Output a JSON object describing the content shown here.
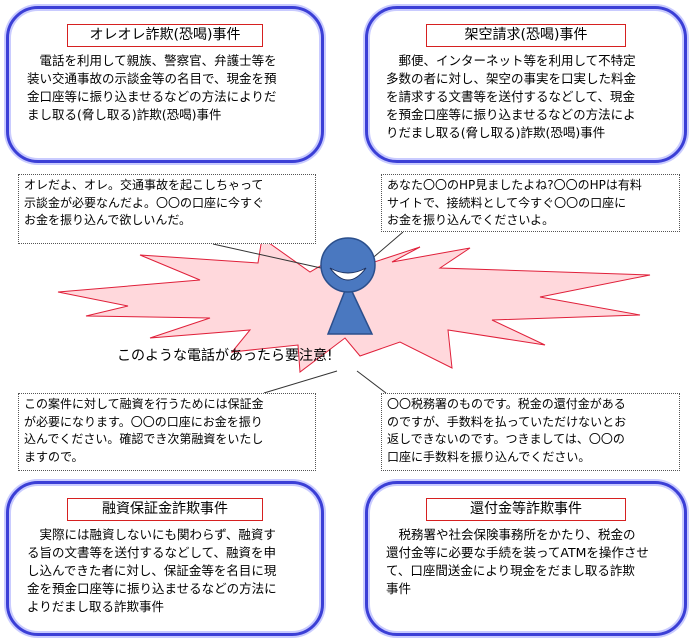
{
  "panels": {
    "top_left": {
      "title": "オレオレ詐欺(恐喝)事件",
      "body": "　電話を利用して親族、警察官、弁護士等を\n装い交通事故の示談金等の名目で、現金を預\n金口座等に振り込ませるなどの方法によりだ\nまし取る(脅し取る)詐欺(恐喝)事件"
    },
    "top_right": {
      "title": "架空請求(恐喝)事件",
      "body": "　郵便、インターネット等を利用して不特定\n多数の者に対し、架空の事実を口実した料金\nを請求する文書等を送付するなどして、現金\nを預金口座等に振り込ませるなどの方法によ\nりだまし取る(脅し取る)詐欺(恐喝)事件"
    },
    "bottom_left": {
      "title": "融資保証金詐欺事件",
      "body": "　実際には融資しないにも関わらず、融資す\nる旨の文書等を送付するなどして、融資を申\nし込んできた者に対し、保証金等を名目に現\n金を預金口座等に振り込ませるなどの方法に\nよりだまし取る詐欺事件"
    },
    "bottom_right": {
      "title": "還付金等詐欺事件",
      "body": "　税務署や社会保険事務所をかたり、税金の\n還付金等に必要な手続を装ってATMを操作させ\nて、口座間送金により現金をだまし取る詐欺\n事件"
    }
  },
  "bubbles": {
    "top_left": "オレだよ、オレ。交通事故を起こしちゃって\n示談金が必要なんだよ。〇〇の口座に今すぐ\nお金を振り込んで欲しいんだ。",
    "top_right": "あなた〇〇のHP見ましたよね?〇〇のHPは有料\nサイトで、接続料として今すぐ〇〇の口座に\nお金を振り込んでくださいよ。",
    "bottom_left": "この案件に対して融資を行うためには保証金\nが必要になります。〇〇の口座にお金を振り\n込んでください。確認でき次第融資をいたし\nますので。",
    "bottom_right": "〇〇税務署のものです。税金の還付金がある\nのですが、手数料を払っていただけないとお\n返しできないのです。つきましては、〇〇の\n口座に手数料を振り込んでください。"
  },
  "warning": "このような電話があったら要注意!",
  "colors": {
    "panel_border": "#3b3fd6",
    "title_border": "#d62020",
    "burst_fill": "#ffd8dc",
    "burst_stroke": "#e0203a",
    "figure": "#4a78c0"
  }
}
